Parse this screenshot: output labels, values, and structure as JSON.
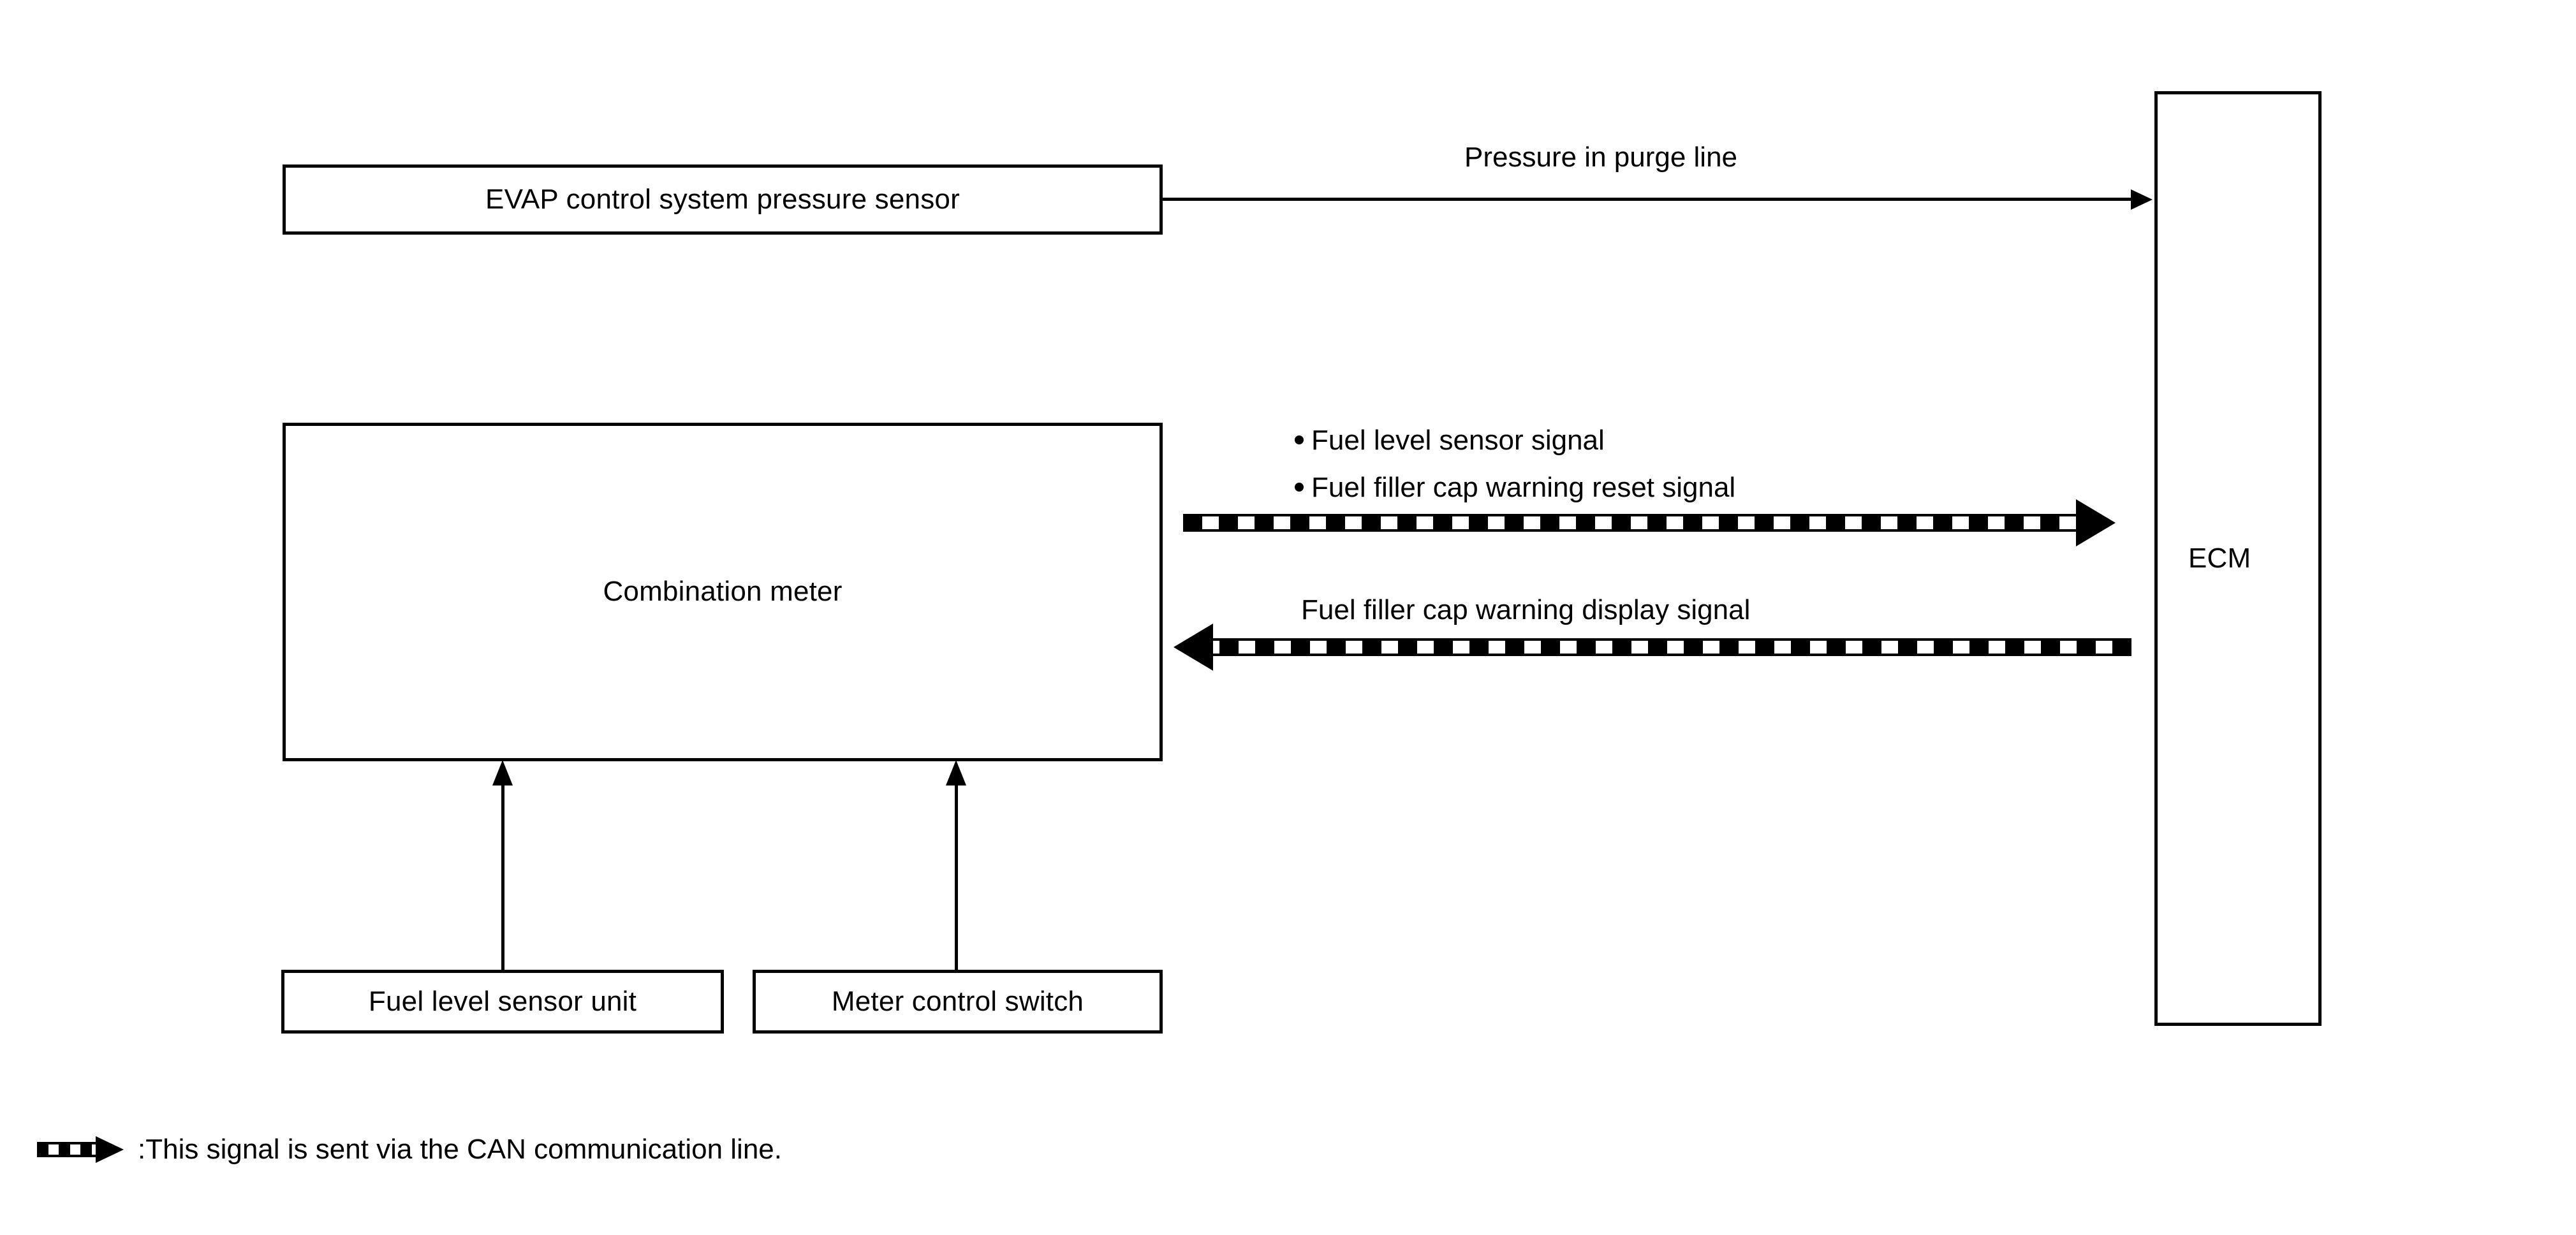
{
  "diagram": {
    "title": "EVAP / Combination meter signal flow",
    "colors": {
      "line": "#000000",
      "background": "#ffffff",
      "text": "#000000"
    },
    "blocks": {
      "evap_sensor": "EVAP control system pressure sensor",
      "combination_meter": "Combination meter",
      "fuel_level_sensor_unit": "Fuel level sensor unit",
      "meter_control_switch": "Meter control switch",
      "ecm": "ECM"
    },
    "signals": {
      "pressure_in_purge_line": "Pressure in purge line",
      "fuel_level_sensor_signal": "Fuel level sensor signal",
      "fuel_filler_cap_warning_reset_signal": "Fuel filler cap warning reset signal",
      "fuel_filler_cap_warning_display_signal": "Fuel filler cap warning display signal"
    },
    "legend": {
      "icon": "can-bus-arrow-icon",
      "text": ":This signal is sent via the CAN communication line."
    }
  }
}
